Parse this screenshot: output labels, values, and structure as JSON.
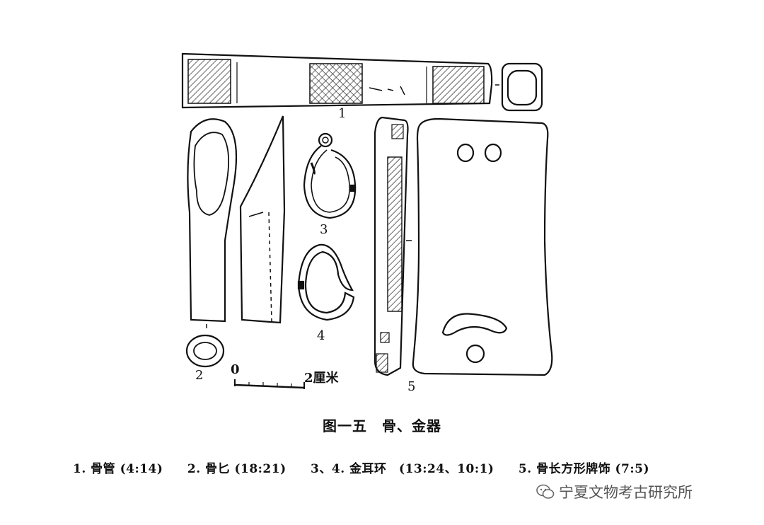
{
  "figure": {
    "item_labels": [
      "1",
      "2",
      "3",
      "4",
      "5"
    ],
    "scale_bar": {
      "start": "0",
      "end": "2厘米"
    }
  },
  "title": "图一五　骨、金器",
  "caption": [
    "1. 骨管 (4:14)",
    "2. 骨匕 (18:21)",
    "3、4. 金耳环　(13:24、10:1)",
    "5. 骨长方形牌饰 (7:5)"
  ],
  "watermark": {
    "text": "宁夏文物考古研究所",
    "icon": "wechat-icon"
  }
}
